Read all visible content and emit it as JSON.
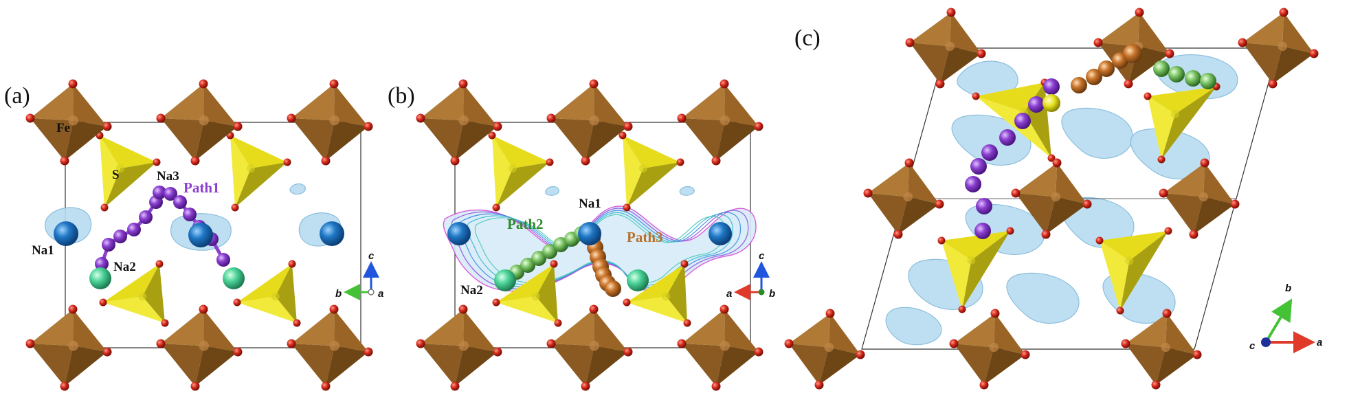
{
  "panels": {
    "a": {
      "label": "(a)",
      "atoms": {
        "fe": "Fe",
        "s": "S",
        "na1": "Na1",
        "na2": "Na2",
        "na3": "Na3"
      },
      "path": "Path1",
      "axes": {
        "up": "c",
        "left": "b",
        "center": "a"
      }
    },
    "b": {
      "label": "(b)",
      "atoms": {
        "na1": "Na1",
        "na2": "Na2"
      },
      "path2": "Path2",
      "path3": "Path3",
      "axes": {
        "up": "c",
        "left": "a",
        "center": "b"
      }
    },
    "c": {
      "label": "(c)",
      "axes": {
        "up": "b",
        "right": "a",
        "center": "c"
      }
    }
  },
  "colors": {
    "octahedron": "#8a5a22",
    "tetrahedron": "#e4dc1e",
    "oxygen": "#d42a1c",
    "na1": "#1f77c4",
    "na2": "#4ed49a",
    "path1": "#8a3fd0",
    "path2": "#2e8a2e",
    "path3": "#b8702a",
    "isosurface": "#a9d4ec"
  }
}
